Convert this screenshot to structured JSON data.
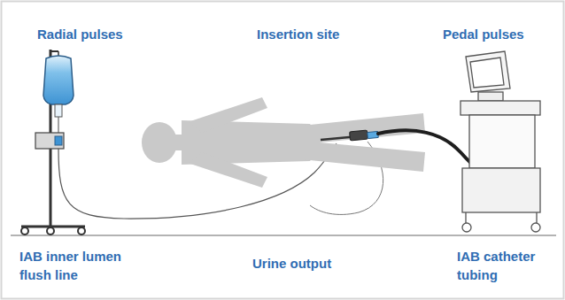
{
  "diagram": {
    "labels": [
      "Radial pulses",
      "Insertion site",
      "Pedal pulses",
      "IAB inner lumen flush line",
      "Urine output",
      "IAB catheter tubing"
    ]
  }
}
